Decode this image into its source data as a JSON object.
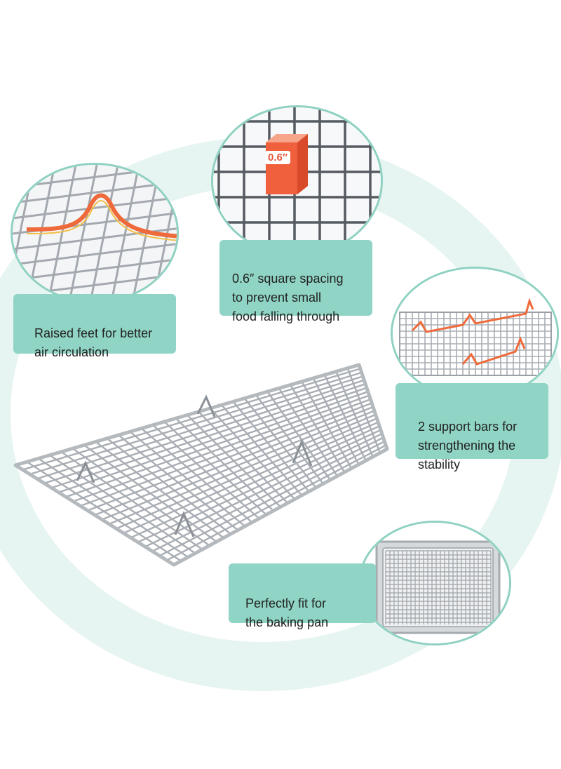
{
  "colors": {
    "mint": "#8fd4c4",
    "mint_light": "#e6f5f1",
    "bubble_border": "#8fd1c2",
    "accent_orange": "#ef6a3a",
    "steel": "#9aa0a6"
  },
  "features": {
    "raised_feet": {
      "text": "Raised feet for better\nair circulation"
    },
    "square_spacing": {
      "badge": "0.6″",
      "text": "0.6″ square spacing\nto prevent small\nfood falling through"
    },
    "support_bars": {
      "text": "2 support bars for\nstrengthening the\nstability"
    },
    "baking_pan": {
      "text": "Perfectly fit for\nthe baking pan"
    }
  }
}
